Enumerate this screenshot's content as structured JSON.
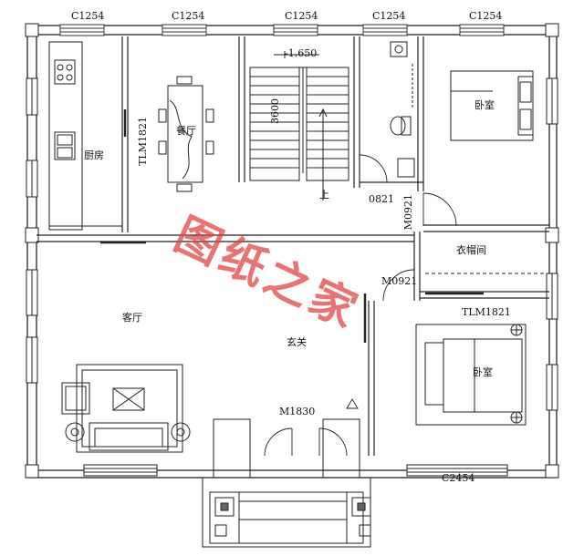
{
  "windows": {
    "top": [
      "C1254",
      "C1254",
      "C1254",
      "C1254",
      "C1254"
    ],
    "bottom": "C2454"
  },
  "rooms": {
    "kitchen": "厨房",
    "dining": "餐厅",
    "bedroom_ne": "卧室",
    "closet": "衣帽间",
    "living": "客厅",
    "foyer": "玄关",
    "bedroom_se": "卧室"
  },
  "doors": {
    "dining_slide": "TLM1821",
    "bath": "0821",
    "bedroom_ne": "M0921",
    "closet": "M0921",
    "bedroom_se_slide": "TLM1821",
    "entrance": "M1830"
  },
  "stair": {
    "level": "-1.650",
    "width_dim": "3600",
    "up_label": "上"
  },
  "watermark": "图纸之家"
}
